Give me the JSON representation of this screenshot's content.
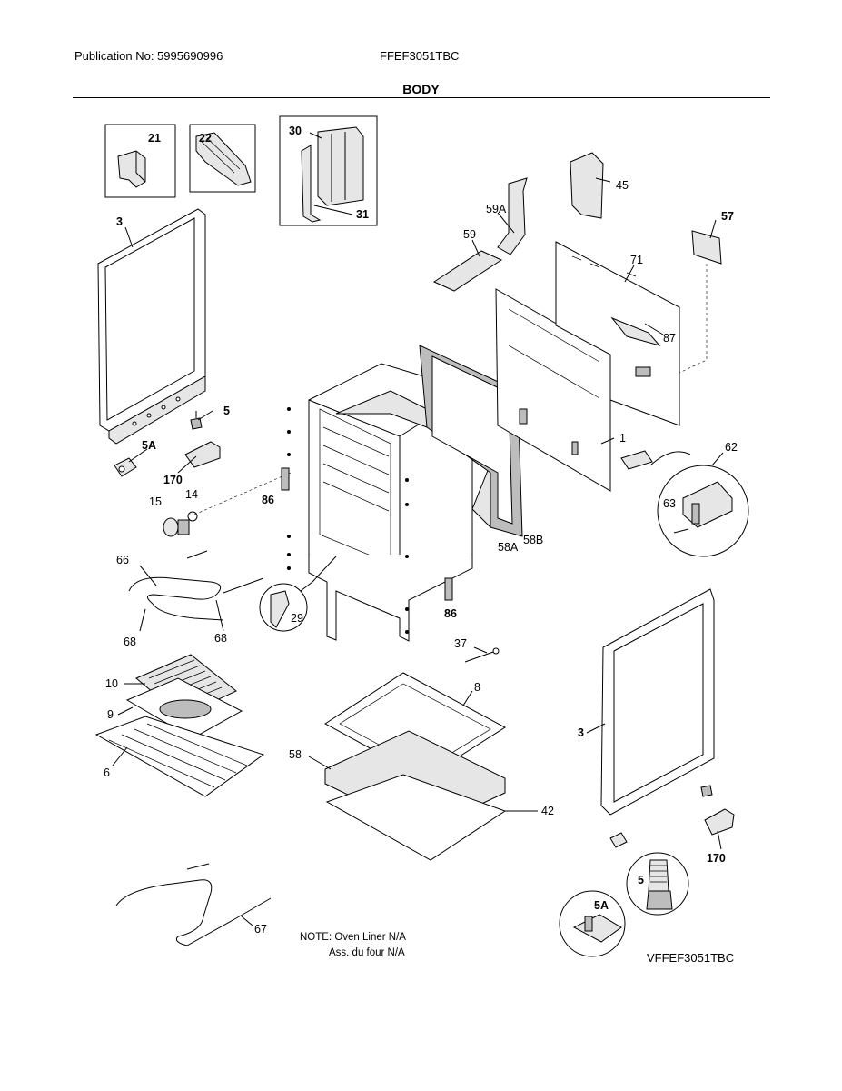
{
  "header": {
    "publication": "Publication No: 5995690996",
    "model": "FFEF3051TBC",
    "section_title": "BODY"
  },
  "callouts": {
    "c21": "21",
    "c22": "22",
    "c30": "30",
    "c31": "31",
    "c3_left": "3",
    "c5_left": "5",
    "c5a_left": "5A",
    "c170_left": "170",
    "c15": "15",
    "c14": "14",
    "c86_left": "86",
    "c86_right": "86",
    "c45": "45",
    "c59a": "59A",
    "c59": "59",
    "c57": "57",
    "c71": "71",
    "c87": "87",
    "c1": "1",
    "c62": "62",
    "c63": "63",
    "c58a": "58A",
    "c58b": "58B",
    "c66": "66",
    "c68_left": "68",
    "c68_right": "68",
    "c29": "29",
    "c37": "37",
    "c8": "8",
    "c10": "10",
    "c9": "9",
    "c6": "6",
    "c58": "58",
    "c42": "42",
    "c3_right": "3",
    "c170_right": "170",
    "c5_right": "5",
    "c5a_right": "5A",
    "c67": "67"
  },
  "note": {
    "line1": "NOTE: Oven Liner N/A",
    "line2": "Ass. du four N/A"
  },
  "diagram_code": "VFFEF3051TBC"
}
